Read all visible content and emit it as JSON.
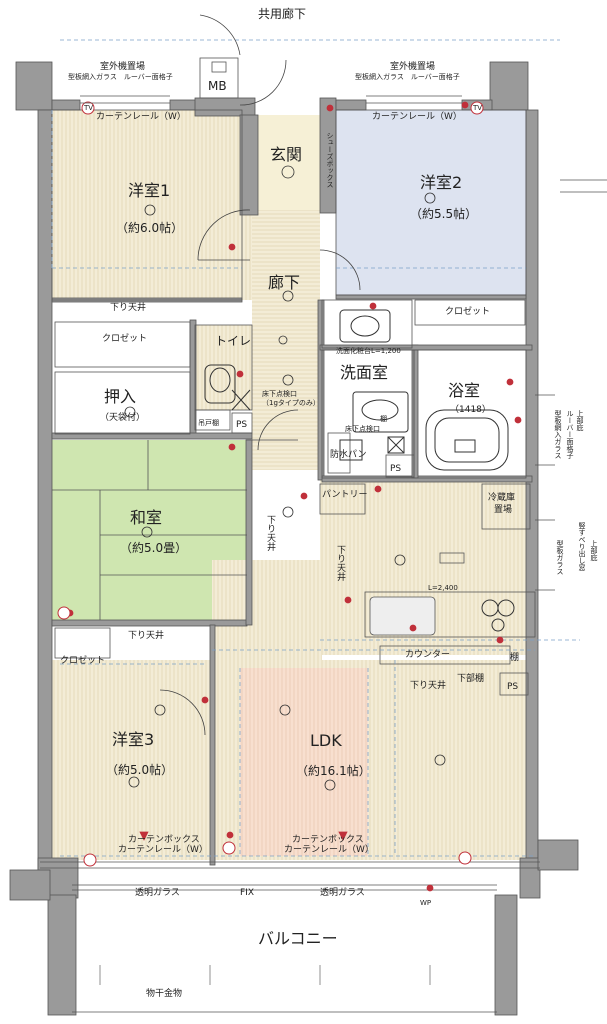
{
  "labels": {
    "corridor_common": "共用廊下",
    "mb": "MB",
    "outdoor_unit_left": "室外機置場",
    "outdoor_unit_right": "室外機置場",
    "window_left": "型板網入ガラス　ルーバー面格子",
    "window_right": "型板網入ガラス　ルーバー面格子",
    "curtain_rail_left": "カーテンレール（W）",
    "curtain_rail_right": "カーテンレール（W）",
    "genkan": "玄関",
    "shoes_box": "シューズボックス",
    "yoshitsu1": "洋室1",
    "yoshitsu1_size": "（約6.0帖）",
    "yoshitsu2": "洋室2",
    "yoshitsu2_size": "（約5.5帖）",
    "roka": "廊下",
    "sagari_tenjo_1": "下り天井",
    "closet_1": "クロゼット",
    "closet_2": "クロゼット",
    "toilet": "トイレ",
    "senmen": "洗面室",
    "senmen_note": "洗面化粧台L=1,200",
    "yokushitsu": "浴室",
    "yokushitsu_size": "（1418）",
    "oshiire": "押入",
    "oshiire_sub": "（天袋付）",
    "tsuritodana": "吊戸棚",
    "ps_1": "PS",
    "ps_2": "PS",
    "ps_3": "PS",
    "yukashita_1": "床下点検口",
    "yukashita_1b": "（1gタイプのみ）",
    "yukashita_2": "床下点検口",
    "tana_1": "棚",
    "bousui_pan": "防水パン",
    "washitsu": "和室",
    "washitsu_size": "（約5.0畳）",
    "pantry": "パントリー",
    "reizouko": "冷蔵庫",
    "reizouko_2": "置場",
    "sagari_tenjo_2": "下り天井",
    "sagari_tenjo_3": "下り天井",
    "sagari_tenjo_4": "下り天井",
    "sagari_tenjo_5": "下り天井",
    "kitchen_len": "L=2,400",
    "counter": "カウンター",
    "kabudana": "下部棚",
    "tana_2": "棚",
    "closet_3": "クロゼット",
    "yoshitsu3": "洋室3",
    "yoshitsu3_size": "（約5.0帖）",
    "ldk": "LDK",
    "ldk_size": "（約16.1帖）",
    "curtain_box_left": "カーテンボックス",
    "curtain_rail_left2": "カーテンレール（W）",
    "curtain_box_right": "カーテンボックス",
    "curtain_rail_right2": "カーテンレール（W）",
    "glass_left": "透明ガラス",
    "fix": "FIX",
    "glass_right": "透明ガラス",
    "balcony": "バルコニー",
    "monohoshi": "物干金物",
    "bath_window_a": "上部庇",
    "bath_window_b": "ルーバー面格子",
    "bath_window_c": "型板網入ガラス",
    "kitchen_window_a": "上部庇",
    "kitchen_window_b": "竪すべり出し窓",
    "kitchen_window_c": "型板ガラス",
    "wp": "WP",
    "tv": "TV"
  },
  "colors": {
    "yoshitsu2_floor": "#dde3f0",
    "wood_floor": "#f2ead2",
    "wood_line": "#d9cba3",
    "ldk_floor": "#f8dccc",
    "washitsu_floor": "#cfe6b0",
    "genkan_floor": "#f6f0d6",
    "wall": "#9a9a9a",
    "outlet_red": "#c0303a"
  }
}
